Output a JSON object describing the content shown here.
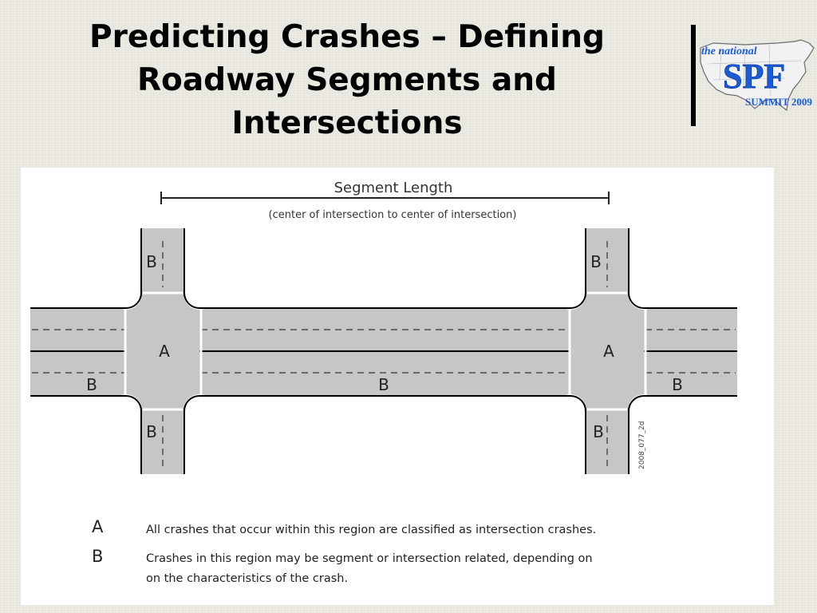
{
  "slide": {
    "title_line1": "Predicting Crashes – Defining",
    "title_line2": "Roadway Segments and",
    "title_line3": "Intersections"
  },
  "logo": {
    "line1": "the national",
    "line2": "SPF",
    "line3": "SUMMIT 2009"
  },
  "diagram": {
    "segment_length_label": "Segment Length",
    "segment_length_note": "(center of intersection to center of intersection)",
    "region_a": "A",
    "region_b": "B",
    "figure_code": "2008_077_2d",
    "legend": [
      {
        "key": "A",
        "text_lines": [
          "All crashes that occur within this region are classified as intersection crashes."
        ]
      },
      {
        "key": "B",
        "text_lines": [
          "Crashes in this region may be segment or intersection related, depending on",
          "on the characteristics of the crash."
        ]
      }
    ]
  },
  "colors": {
    "road": "#c6c6c6",
    "road_outline": "#000000",
    "lane_marking": "#ffffff",
    "logo_blue": "#1a5bd8"
  }
}
